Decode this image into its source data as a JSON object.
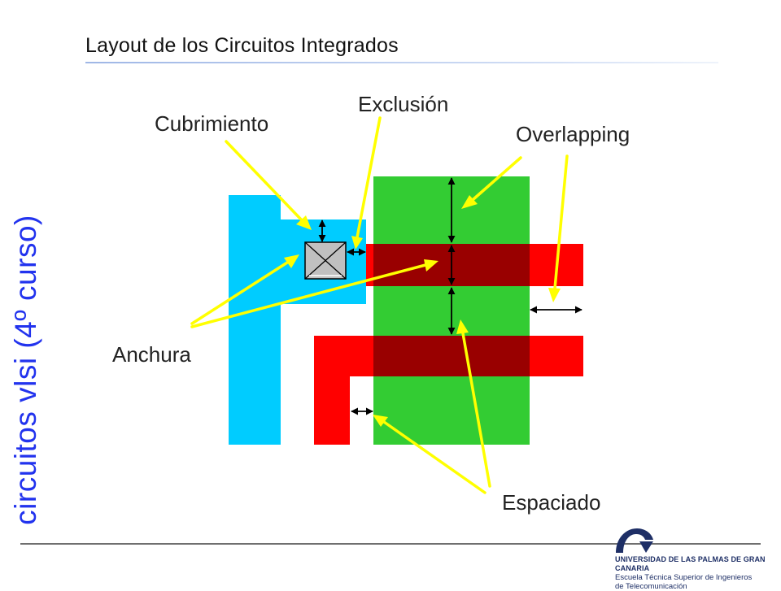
{
  "slide": {
    "title": "Layout de los Circuitos Integrados",
    "side_label": "circuitos vlsi (4º curso)"
  },
  "labels": {
    "cubrimiento": "Cubrimiento",
    "exclusion": "Exclusión",
    "overlapping": "Overlapping",
    "anchura": "Anchura",
    "espaciado": "Espaciado"
  },
  "footer": {
    "university": "UNIVERSIDAD DE LAS PALMAS DE GRAN CANARIA",
    "school_line1": "Escuela Técnica Superior de Ingenieros",
    "school_line2": "de Telecomunicación"
  },
  "colors": {
    "diffusion_green": "#33cc33",
    "metal_cyan": "#00ccff",
    "poly_red": "#ff0000",
    "overlap_darkred": "#990000",
    "contact_grey": "#c0c0c0",
    "pointer_yellow": "#ffff00",
    "side_label_blue": "#2233ee",
    "logo_blue": "#1e2f66"
  }
}
